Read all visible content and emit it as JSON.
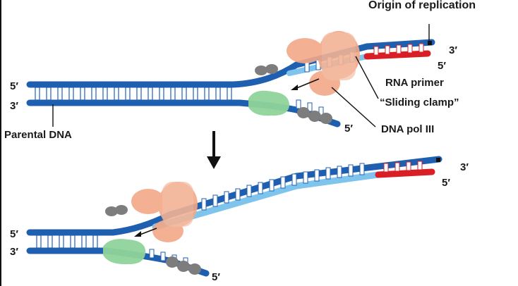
{
  "labels": {
    "origin": "Origin of replication",
    "rna_primer": "RNA primer",
    "sliding_clamp": "“Sliding clamp”",
    "dna_pol_iii": "DNA pol III",
    "parental_dna": "Parental DNA"
  },
  "ends": {
    "five_prime": "5′",
    "three_prime": "3′"
  },
  "colors": {
    "parental_strand": "#1f5fb0",
    "new_strand": "#7ec4ec",
    "rna_primer": "#d81f26",
    "clamp": "#f2a888",
    "helicase": "#7d7d7d",
    "primase": "#8fd39a"
  }
}
